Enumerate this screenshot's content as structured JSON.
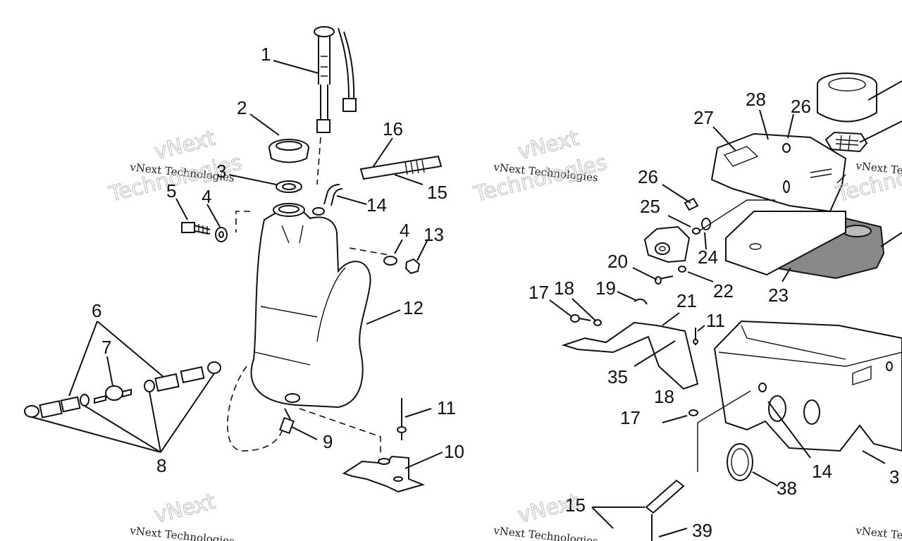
{
  "watermark": {
    "company": "vNext Technologies",
    "brand": "vNext",
    "word": "Technologies"
  },
  "labels": {
    "l1": "1",
    "l2": "2",
    "l3": "3",
    "l4a": "4",
    "l4b": "4",
    "l5": "5",
    "l6": "6",
    "l7": "7",
    "l8": "8",
    "l9": "9",
    "l10": "10",
    "l11a": "11",
    "l11b": "11",
    "l12": "12",
    "l13": "13",
    "l14a": "14",
    "l14b": "14",
    "l15a": "15",
    "l15b": "15",
    "l16": "16",
    "l17a": "17",
    "l17b": "17",
    "l18a": "18",
    "l18b": "18",
    "l19": "19",
    "l20": "20",
    "l21": "21",
    "l22": "22",
    "l23": "23",
    "l24": "24",
    "l25": "25",
    "l26a": "26",
    "l26b": "26",
    "l27": "27",
    "l28": "28",
    "l35": "35",
    "l38": "38",
    "l39": "39",
    "l3r": "3"
  },
  "colors": {
    "ink": "#111111",
    "paper": "#ffffff",
    "foam": "#777777"
  }
}
